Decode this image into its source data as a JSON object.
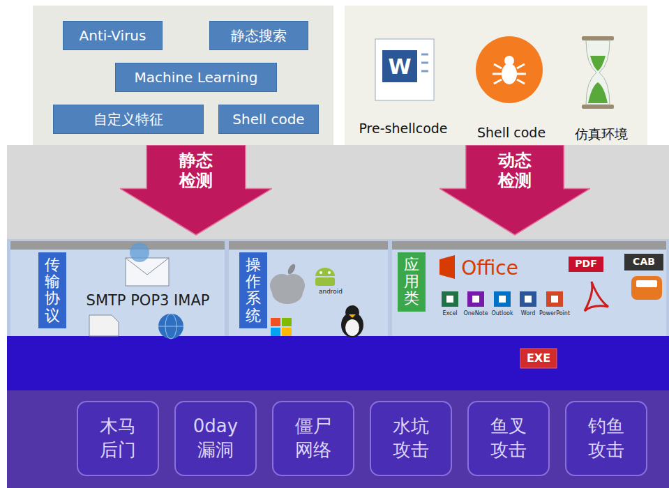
{
  "diagram": {
    "nodes": [
      {
        "text": [
          "Anti-Virus"
        ]
      },
      {
        "text": [
          "静态搜索"
        ]
      },
      {
        "text": [
          "Machine Learning"
        ]
      },
      {
        "text": [
          "自定义特征"
        ]
      },
      {
        "text": [
          "Shell code"
        ]
      },
      {
        "text": [
          "静态 检测"
        ]
      },
      {
        "text": [
          "动态 检测"
        ]
      },
      {
        "text": [
          "传输协议"
        ]
      },
      {
        "text": [
          "操作系统"
        ]
      },
      {
        "text": [
          "应用类"
        ]
      },
      {
        "text": [
          "木马 后门"
        ]
      },
      {
        "text": [
          "0day 漏洞"
        ]
      },
      {
        "text": [
          "僵尸 网络"
        ]
      },
      {
        "text": [
          "水坑 攻击"
        ]
      },
      {
        "text": [
          "鱼叉 攻击"
        ]
      },
      {
        "text": [
          "钓鱼 攻击"
        ]
      }
    ],
    "labels": [
      "W",
      "Pre-shellcode",
      "Shell code",
      "仿真环境",
      "SMTP POP3 IMAP",
      "android",
      "Office",
      "PDF",
      "CAB",
      "Excel",
      "OneNote",
      "Outlook",
      "Word",
      "PowerPoint",
      "EXE"
    ]
  }
}
